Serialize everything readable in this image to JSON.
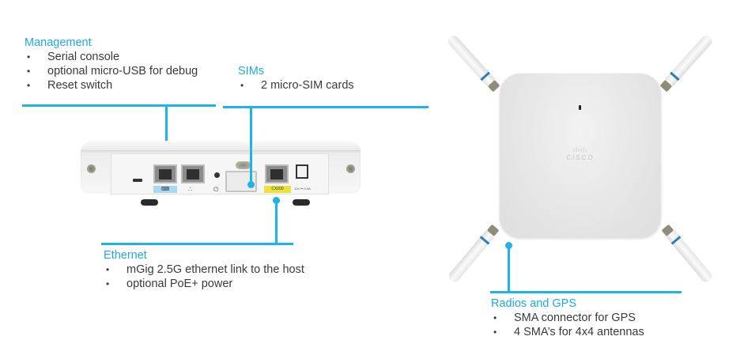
{
  "colors": {
    "accent_text": "#1fa9e1",
    "accent_line": "#20b4e6",
    "body_text": "#3a3a3a"
  },
  "callouts": {
    "management": {
      "title": "Management",
      "items": [
        "Serial console",
        "optional micro-USB for debug",
        "Reset switch"
      ]
    },
    "sims": {
      "title": "SIMs",
      "items": [
        "2 micro-SIM cards"
      ]
    },
    "ethernet": {
      "title": "Ethernet",
      "items": [
        "mGig 2.5G ethernet link to the host",
        "optional PoE+ power"
      ]
    },
    "radios": {
      "title": "Radios and GPS",
      "items": [
        "SMA connector for GPS",
        "4 SMA’s for 4x4 antennas"
      ]
    }
  },
  "device": {
    "port_labels": {
      "console": "⌨",
      "network": "∴",
      "reset": "⏻"
    },
    "poe_label": "CX200",
    "power_label": "12V ⎓ 3.0A",
    "logo": "cisco"
  }
}
